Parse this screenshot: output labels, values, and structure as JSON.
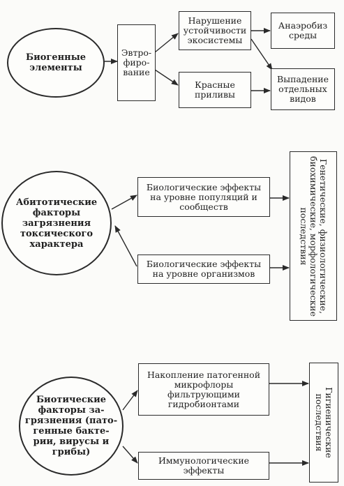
{
  "diagram": {
    "section1": {
      "biogenic": "Биогенные\nэлементы",
      "eutrophication": "Эвтро-\nфиро-\nвание",
      "disruption": "Нарушение\nустойчивости\nэкосистемы",
      "anaerobiosis": "Анаэробиз\nсреды",
      "red_tides": "Красные\nприливы",
      "species_loss": "Выпадение\nотдельных\nвидов"
    },
    "section2": {
      "abiotic": "Абитотические\nфакторы\nзагрязнения\nтоксического\nхарактера",
      "population_effects": "Биологические эффекты\nна уровне популяций и\nсообществ",
      "organism_effects": "Биологические эффекты\nна уровне организмов",
      "consequences": "Генетические, физиологические,\nбиохимические, морфологические\nпоследствия"
    },
    "section3": {
      "biotic": "Биотические\nфакторы за-\nгрязнения (пато-\nгенные бакте-\nрии, вирусы и\nгрибы)",
      "accumulation": "Накопление патогенной\nмикрофлоры\nфильтрующими\nгидробионтами",
      "immunological": "Иммунологические\nэффекты",
      "hygienic": "Гигиенические\nпоследствия"
    }
  }
}
